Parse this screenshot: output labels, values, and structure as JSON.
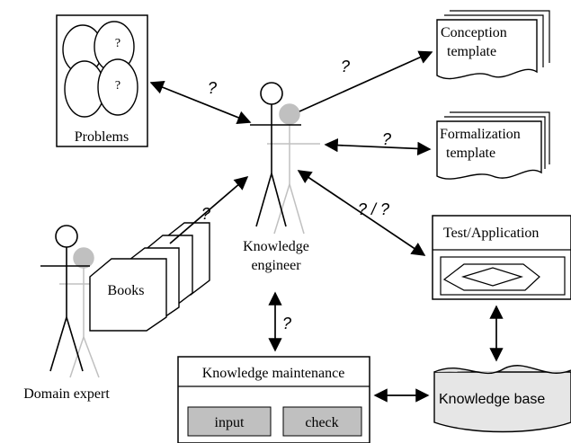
{
  "nodes": {
    "problems": {
      "label": "Problems",
      "bubble_marks": [
        "?",
        "?"
      ]
    },
    "conception_template": {
      "line1": "Conception",
      "line2": "template"
    },
    "formalization_template": {
      "line1": "Formalization",
      "line2": "template"
    },
    "knowledge_engineer": {
      "line1": "Knowledge",
      "line2": "engineer"
    },
    "books": {
      "label": "Books"
    },
    "domain_expert": {
      "label": "Domain expert"
    },
    "test_application": {
      "label": "Test/Application"
    },
    "knowledge_maintenance": {
      "label": "Knowledge maintenance",
      "input_button": "input",
      "check_button": "check"
    },
    "knowledge_base": {
      "label": "Knowledge base"
    }
  },
  "edge_labels": {
    "problems": "?",
    "conception": "?",
    "formalization": "?",
    "books": "?",
    "test": "? / ?",
    "maintenance": "?"
  },
  "colors": {
    "stroke": "#000000",
    "shadow": "#c0c0c0",
    "button_fill": "#c0c0c0",
    "kb_fill": "#e6e6e6"
  }
}
